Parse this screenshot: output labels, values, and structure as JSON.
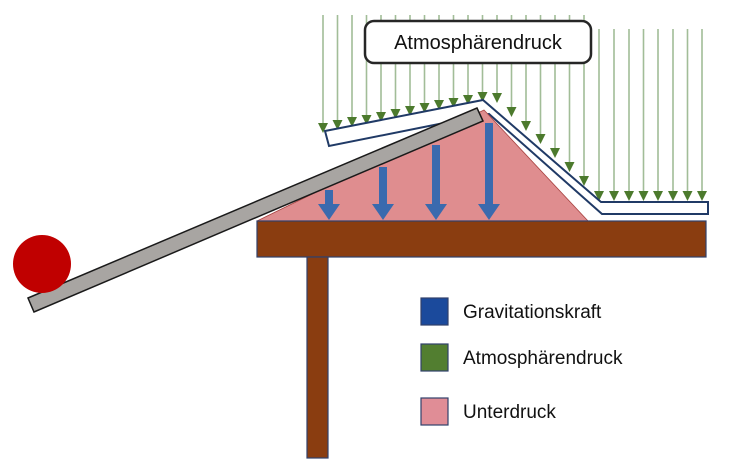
{
  "diagram": {
    "pressure_label": "Atmosphärendruck",
    "legend": {
      "items": [
        {
          "label": "Gravitationskraft",
          "color": "#1b4a9c"
        },
        {
          "label": "Atmosphärendruck",
          "color": "#527e30"
        },
        {
          "label": "Unterdruck",
          "color": "#e08d96"
        }
      ]
    },
    "colors": {
      "gravity_arrow": "#3a6aae",
      "atmosphere_arrow_line": "#a2bd98",
      "atmosphere_arrow_head": "#4c7a2d",
      "low_pressure_fill": "#df8d8f",
      "wood": "#8a3d10",
      "plank": "#a8a5a2",
      "ball": "#c00000",
      "paper_outline": "#203a66"
    }
  }
}
